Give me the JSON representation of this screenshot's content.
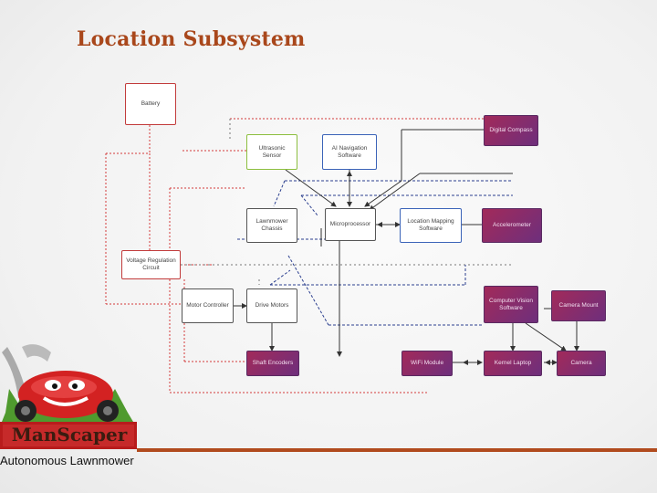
{
  "slide": {
    "title": "Location Subsystem",
    "tagline": "Autonomous Lawnmower",
    "logo_text": "ManScaper"
  },
  "boxes": {
    "battery": "Battery",
    "ultrasonic": "Ultrasonic\nSensor",
    "ai_navigation": "AI Navigation\nSoftware",
    "digital_compass": "Digital Compass",
    "lawnmower_chassis": "Lawnmower\nChassis",
    "microprocessor": "Microprocessor",
    "location_mapping": "Location Mapping\nSoftware",
    "accelerometer": "Accelerometer",
    "voltage_regulation": "Voltage Regulation\nCircuit",
    "motor_controller": "Motor Controller",
    "drive_motors": "Drive Motors",
    "computer_vision": "Computer Vision\nSoftware",
    "camera_mount": "Camera Mount",
    "shaft_encoders": "Shaft Encoders",
    "wifi_module": "WiFi Module",
    "kernel_laptop": "Kernel Laptop",
    "camera": "Camera"
  },
  "colors": {
    "title": "#a9471b",
    "power_line": "#d33a3a",
    "data_line": "#2b3f8f",
    "gray_line": "#666666",
    "bar": "#b14b1e"
  }
}
